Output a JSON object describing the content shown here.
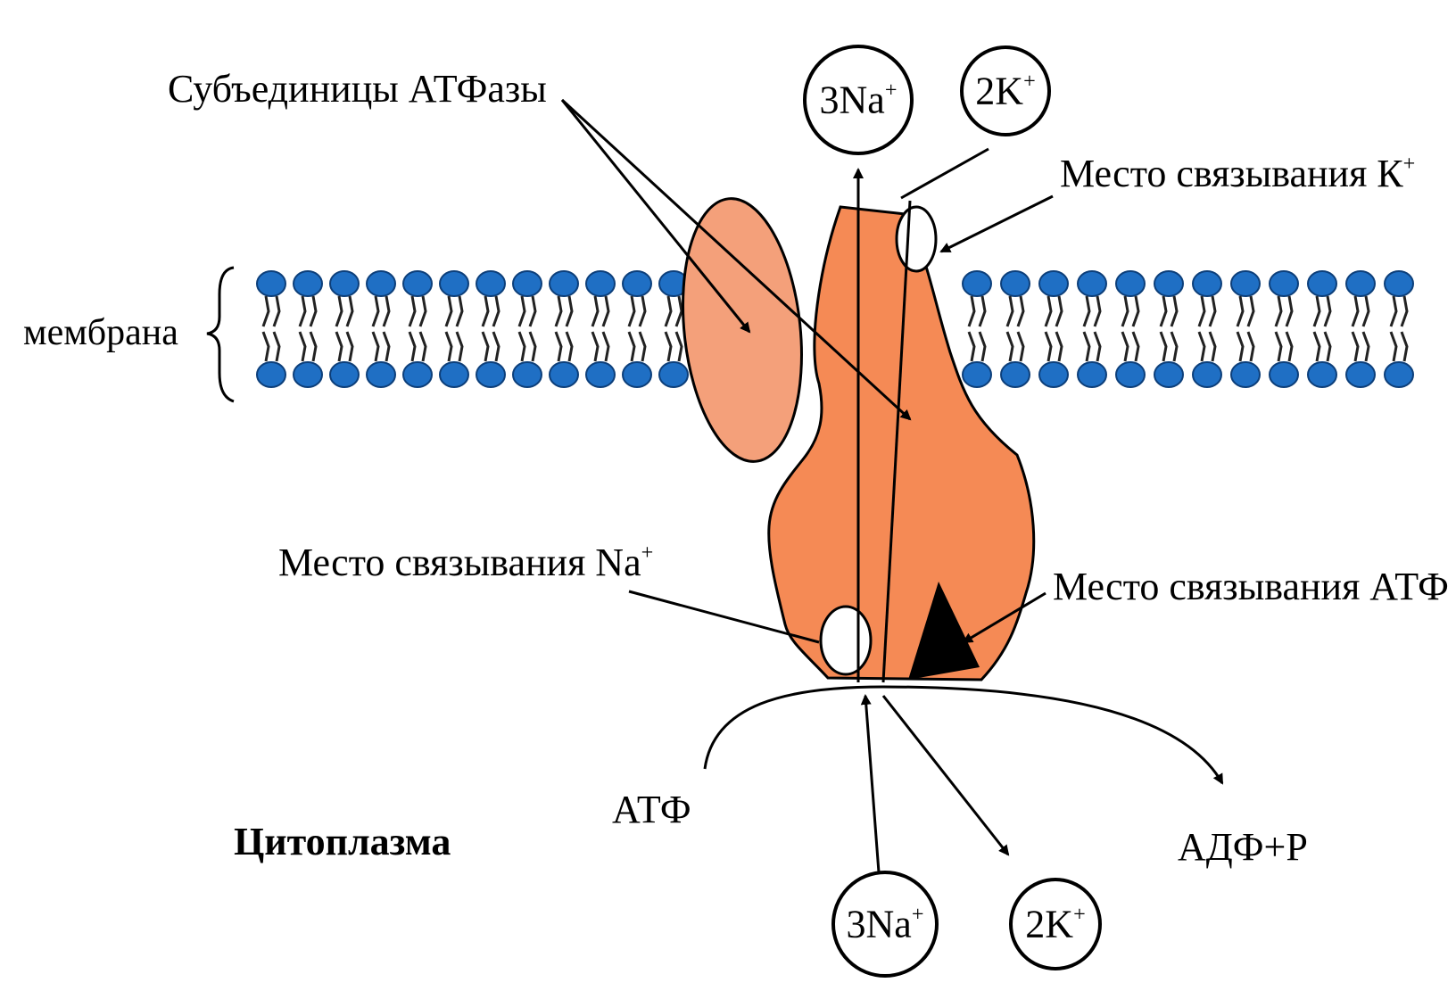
{
  "labels": {
    "subunits": "Субъединицы АТФазы",
    "k_site_main": "Место связывания К",
    "na_site_main": "Место связывания Nа",
    "atp_site": "Место связывания АТФ",
    "membrane": "мембрана",
    "cytoplasm": "Цитоплазма",
    "atp": "АТФ",
    "adp": "АДФ+Р",
    "plus": "+"
  },
  "ions": {
    "top_na": "3Na",
    "top_k": "2K",
    "bottom_na": "3Na",
    "bottom_k": "2K",
    "plus": "+"
  },
  "colors": {
    "pump_body": "#f58a55",
    "pump_subunit": "#f4a07a",
    "lipid_head": "#1f6fc4",
    "lipid_tail": "#222222",
    "lines": "#000000"
  }
}
